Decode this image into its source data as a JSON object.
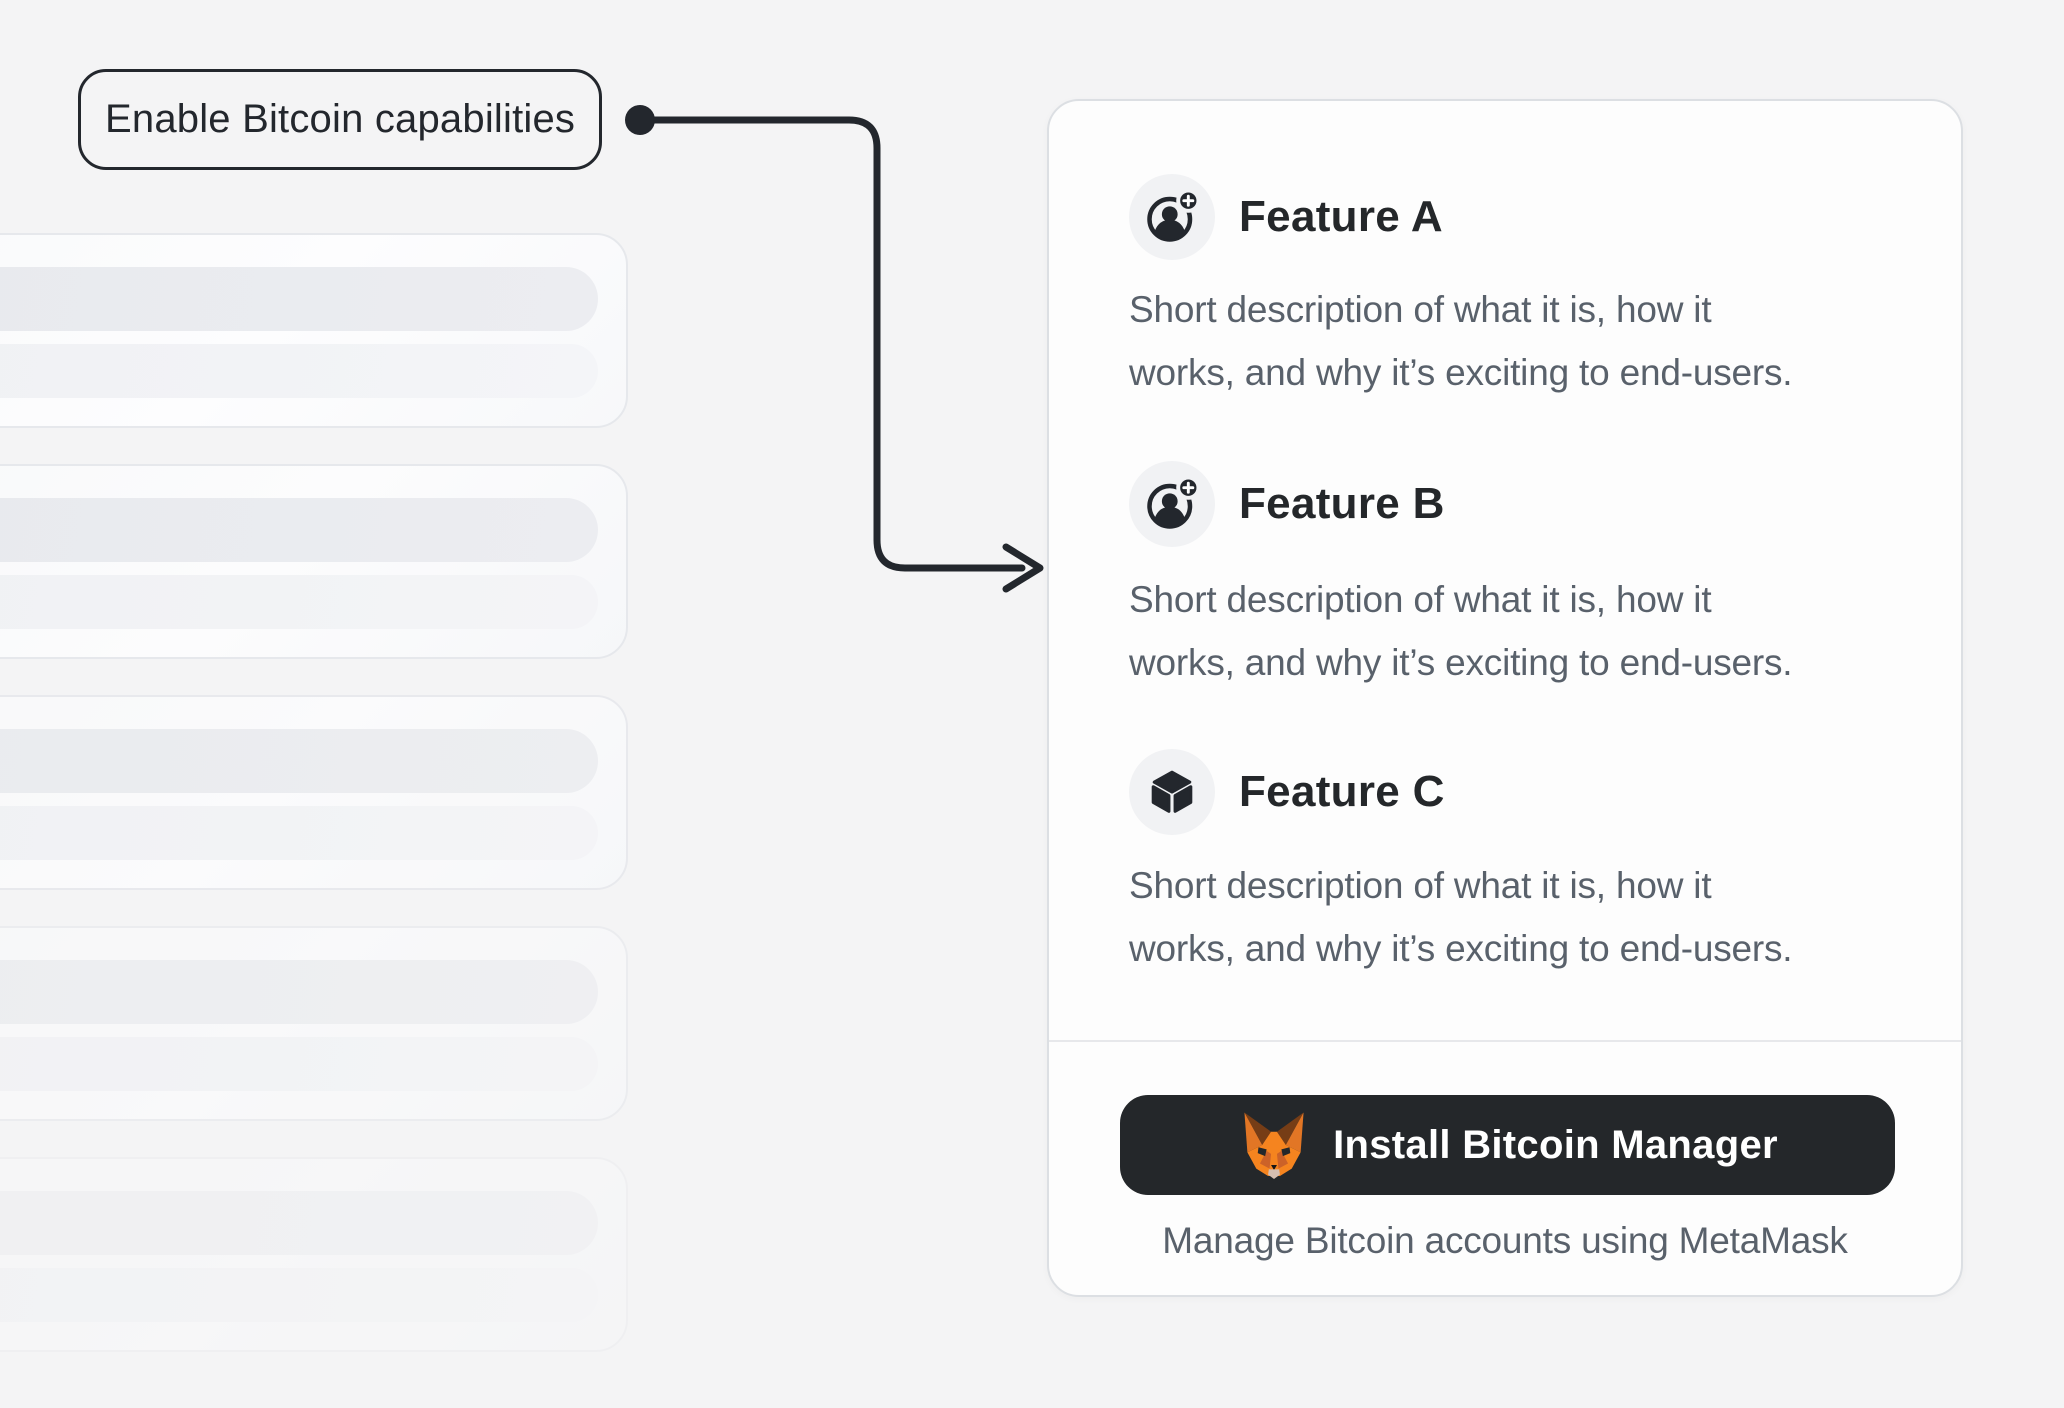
{
  "annotation": {
    "label": "Enable Bitcoin capabilities"
  },
  "panel": {
    "features": [
      {
        "title": "Feature A",
        "icon": "account-plus-icon",
        "desc_line1": "Short description of what it is, how it",
        "desc_line2": "works, and why it’s exciting to end-users."
      },
      {
        "title": "Feature B",
        "icon": "account-plus-icon",
        "desc_line1": "Short description of what it is, how it",
        "desc_line2": "works, and why it’s exciting to end-users."
      },
      {
        "title": "Feature C",
        "icon": "cube-icon",
        "desc_line1": "Short description of what it is, how it",
        "desc_line2": "works, and why it’s exciting to end-users."
      }
    ],
    "footer": {
      "button_label": "Install Bitcoin Manager",
      "button_icon": "metamask-fox-icon",
      "caption": "Manage Bitcoin accounts using MetaMask"
    }
  },
  "placeholder_list": {
    "card_count": 5,
    "lines_per_card": 2
  },
  "colors": {
    "page_bg": "#f4f4f5",
    "annotation_dark": "#23272d",
    "card_bg": "#fdfdfd",
    "card_border": "#dcdfe3",
    "title_text": "#24272a",
    "muted_text": "#59616b",
    "button_bg": "#24272a",
    "button_text": "#ffffff",
    "metamask_orange": "#e27625",
    "metamask_bright_orange": "#f5841f",
    "metamask_brown": "#763d16",
    "icon_circle_bg": "#f1f2f4",
    "skeleton_pill_dark": "#e9ebee",
    "skeleton_pill_light": "#f1f2f5"
  }
}
